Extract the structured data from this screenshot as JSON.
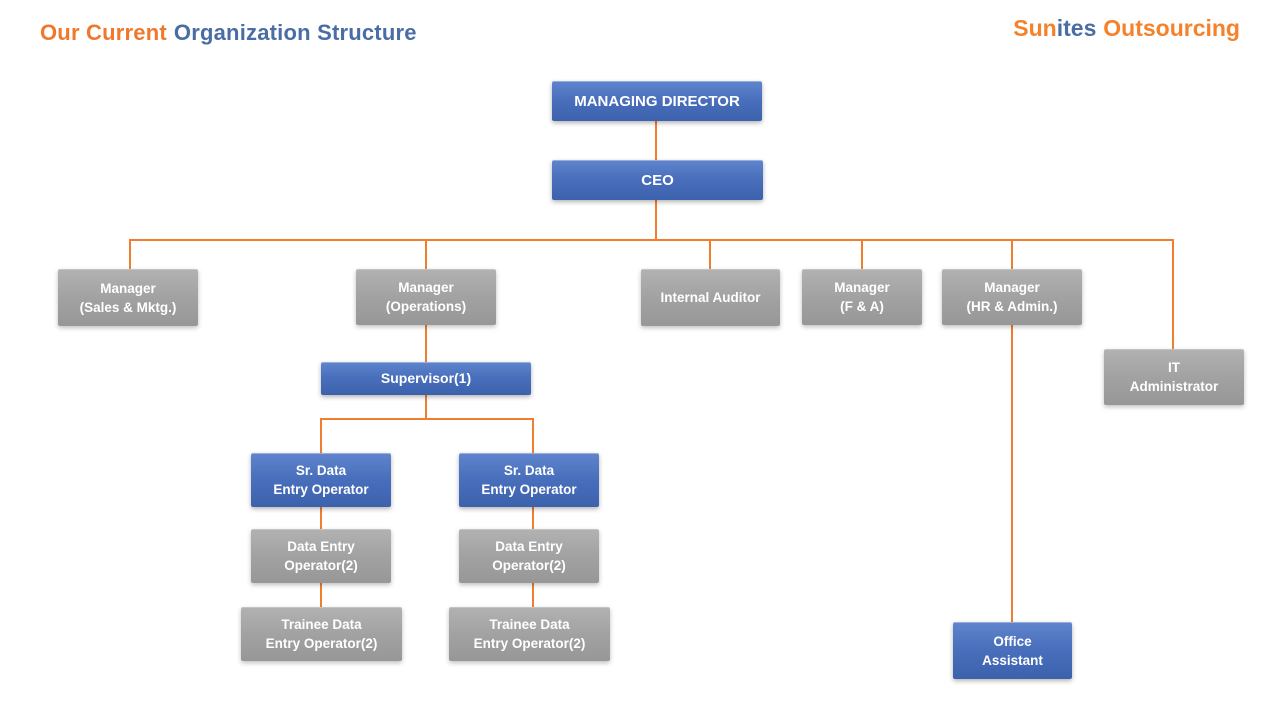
{
  "header": {
    "title": {
      "part1": "Our Current",
      "part2": "Organization Structure"
    },
    "logo": {
      "part1": "Sun",
      "part2": "ites",
      "part3": "Outsourcing"
    }
  },
  "colors": {
    "title_orange": "#F0782C",
    "title_blue": "#4A6DA6",
    "logo_orange": "#F5822A",
    "node_blue_top": "#6085CD",
    "node_blue_bottom": "#3C61AD",
    "node_gray_top": "#B2B2B2",
    "node_gray_bottom": "#979797",
    "connector_orange": "#F07E2E",
    "node_text": "#FFFFFF"
  },
  "org_chart": {
    "nodes": {
      "managing_director": {
        "label": "MANAGING DIRECTOR",
        "style": "blue"
      },
      "ceo": {
        "label": "CEO",
        "style": "blue"
      },
      "manager_sales_mktg": {
        "label": "Manager\n(Sales & Mktg.)",
        "style": "gray"
      },
      "manager_operations": {
        "label": "Manager\n(Operations)",
        "style": "gray"
      },
      "internal_auditor": {
        "label": "Internal Auditor",
        "style": "gray"
      },
      "manager_f_a": {
        "label": "Manager\n(F & A)",
        "style": "gray"
      },
      "manager_hr_admin": {
        "label": "Manager\n(HR & Admin.)",
        "style": "gray"
      },
      "it_administrator": {
        "label": "IT\nAdministrator",
        "style": "gray"
      },
      "supervisor_1": {
        "label": "Supervisor(1)",
        "style": "blue"
      },
      "sr_data_entry_operator_left": {
        "label": "Sr. Data\nEntry Operator",
        "style": "blue"
      },
      "sr_data_entry_operator_right": {
        "label": "Sr. Data\nEntry Operator",
        "style": "blue"
      },
      "data_entry_operator_left": {
        "label": "Data Entry\nOperator(2)",
        "style": "gray"
      },
      "data_entry_operator_right": {
        "label": "Data Entry\nOperator(2)",
        "style": "gray"
      },
      "trainee_data_entry_operator_left": {
        "label": "Trainee Data\nEntry Operator(2)",
        "style": "gray"
      },
      "trainee_data_entry_operator_right": {
        "label": "Trainee Data\nEntry Operator(2)",
        "style": "gray"
      },
      "office_assistant": {
        "label": "Office\nAssistant",
        "style": "blue"
      }
    },
    "edges": [
      {
        "from": "managing_director",
        "to": "ceo"
      },
      {
        "from": "ceo",
        "to": "manager_sales_mktg"
      },
      {
        "from": "ceo",
        "to": "manager_operations"
      },
      {
        "from": "ceo",
        "to": "internal_auditor"
      },
      {
        "from": "ceo",
        "to": "manager_f_a"
      },
      {
        "from": "ceo",
        "to": "manager_hr_admin"
      },
      {
        "from": "ceo",
        "to": "it_administrator"
      },
      {
        "from": "manager_operations",
        "to": "supervisor_1"
      },
      {
        "from": "supervisor_1",
        "to": "sr_data_entry_operator_left"
      },
      {
        "from": "supervisor_1",
        "to": "sr_data_entry_operator_right"
      },
      {
        "from": "sr_data_entry_operator_left",
        "to": "data_entry_operator_left"
      },
      {
        "from": "sr_data_entry_operator_right",
        "to": "data_entry_operator_right"
      },
      {
        "from": "data_entry_operator_left",
        "to": "trainee_data_entry_operator_left"
      },
      {
        "from": "data_entry_operator_right",
        "to": "trainee_data_entry_operator_right"
      },
      {
        "from": "manager_hr_admin",
        "to": "office_assistant"
      }
    ]
  }
}
